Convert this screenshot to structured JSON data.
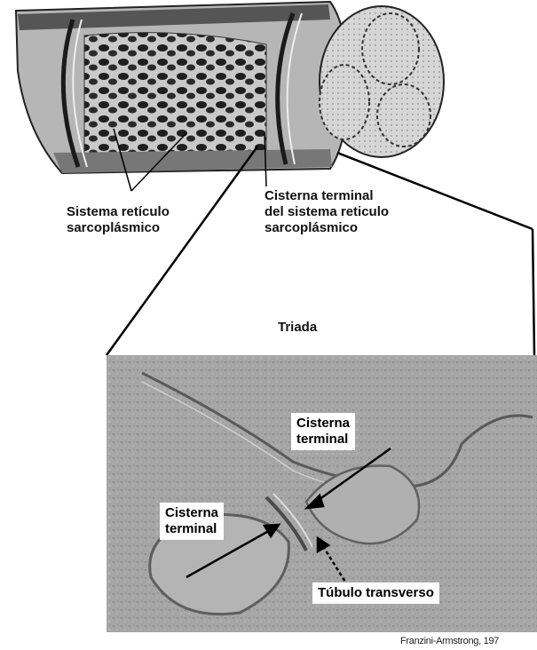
{
  "top_labels": {
    "sistema_1": "Sistema retículo",
    "sistema_2": "sarcoplásmico",
    "cisterna_1": "Cisterna terminal",
    "cisterna_2": "del sistema reticulo",
    "cisterna_3": "sarcoplásmico"
  },
  "triada_title": "Triada",
  "micrograph_labels": {
    "cisterna_top_1": "Cisterna",
    "cisterna_top_2": "terminal",
    "cisterna_left_1": "Cisterna",
    "cisterna_left_2": "terminal",
    "tubulo": "Túbulo transverso"
  },
  "credit": "Franzini-Armstrong, 197",
  "colors": {
    "fiber_fill": "#b9b9b9",
    "fiber_dark": "#2f2f2f",
    "micrograph_fill": "#a8a8a8",
    "line": "#000000"
  }
}
